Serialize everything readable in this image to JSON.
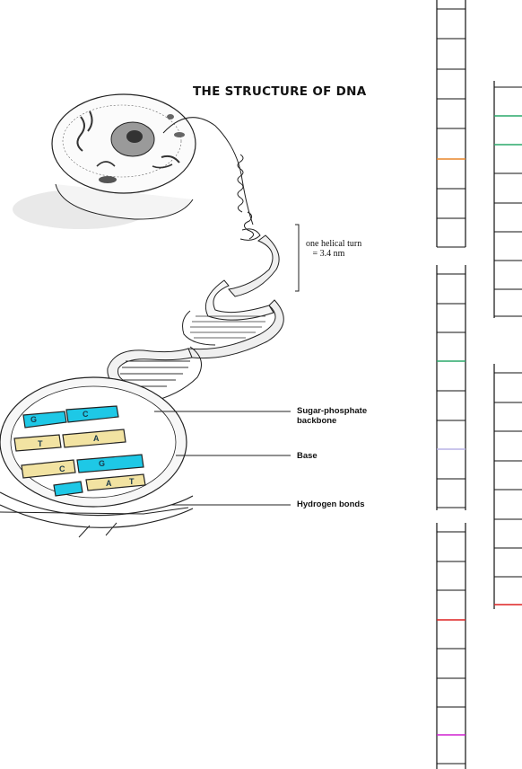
{
  "title": "THE STRUCTURE OF DNA",
  "helical_turn": {
    "line1": "one helical turn",
    "line2": "= 3.4 nm"
  },
  "labels": {
    "sugar_phosphate_line1": "Sugar-phosphate",
    "sugar_phosphate_line2": "backbone",
    "base": "Base",
    "hydrogen_bonds": "Hydrogen bonds"
  },
  "bases": [
    "G",
    "C",
    "T",
    "A",
    "C",
    "G",
    "A",
    "T"
  ],
  "colors": {
    "cytosine_guanine": "#1ec8e6",
    "adenine_thymine": "#f2e3a2",
    "rung_orange": "#e8862a",
    "rung_green": "#2aa86a",
    "rung_lavender": "#b9b4e6",
    "rung_red": "#dd2222",
    "rung_magenta": "#d020d0"
  }
}
